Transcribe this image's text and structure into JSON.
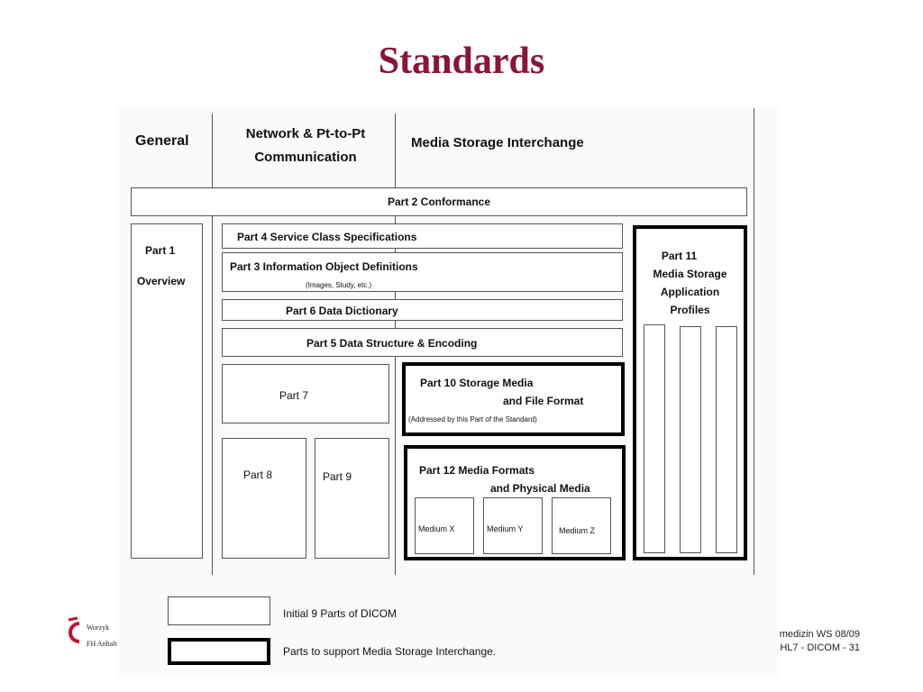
{
  "title": "Standards",
  "headers": {
    "general": "General",
    "network_line1": "Network & Pt-to-Pt",
    "network_line2": "Communication",
    "media": "Media Storage Interchange"
  },
  "parts": {
    "part2": "Part 2 Conformance",
    "part1_title": "Part 1",
    "part1_sub": "Overview",
    "part4": "Part 4 Service Class Specifications",
    "part3": "Part 3 Information Object Definitions",
    "part3_note": "(Images, Study, etc.)",
    "part6": "Part 6 Data Dictionary",
    "part5": "Part 5 Data Structure & Encoding",
    "part7": "Part 7",
    "part8": "Part 8",
    "part9": "Part 9",
    "part10_line1": "Part 10 Storage Media",
    "part10_line2": "and File Format",
    "part10_note": "(Addressed by this Part of the Standard)",
    "part12_line1": "Part 12  Media   Formats",
    "part12_line2": "and Physical Media",
    "medium_x": "Medium X",
    "medium_y": "Medium Y",
    "medium_z": "Medium Z",
    "part11_line1": "Part 11",
    "part11_line2": "Media Storage",
    "part11_line3": "Application",
    "part11_line4": "Profiles"
  },
  "legend": {
    "thin": "Initial 9 Parts of DICOM",
    "thick": "Parts to support Media Storage Interchange."
  },
  "footer": {
    "left_line1": "Worzyk",
    "left_line2": "FH Anhalt",
    "right_line1": "medizin WS 08/09",
    "right_line2": "HL7 - DICOM - 31"
  },
  "colors": {
    "title": "#8b1438",
    "logo": "#c8102e"
  }
}
